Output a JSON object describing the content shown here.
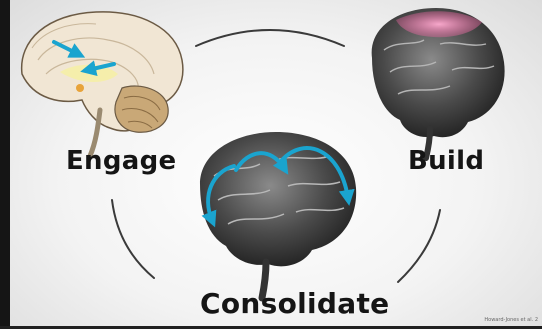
{
  "stages": {
    "engage": "Engage",
    "build": "Build",
    "consolidate": "Consolidate"
  },
  "citation": "Howard-Jones et al. 2",
  "colors": {
    "arrow": "#1aa4cf",
    "highlight": "#f08cb4",
    "brain": "#4a4a4a",
    "cycle_ring": "#3a3a3a"
  },
  "icons": [
    "brain-cross-section",
    "brain-3d",
    "cycle-arrow"
  ]
}
